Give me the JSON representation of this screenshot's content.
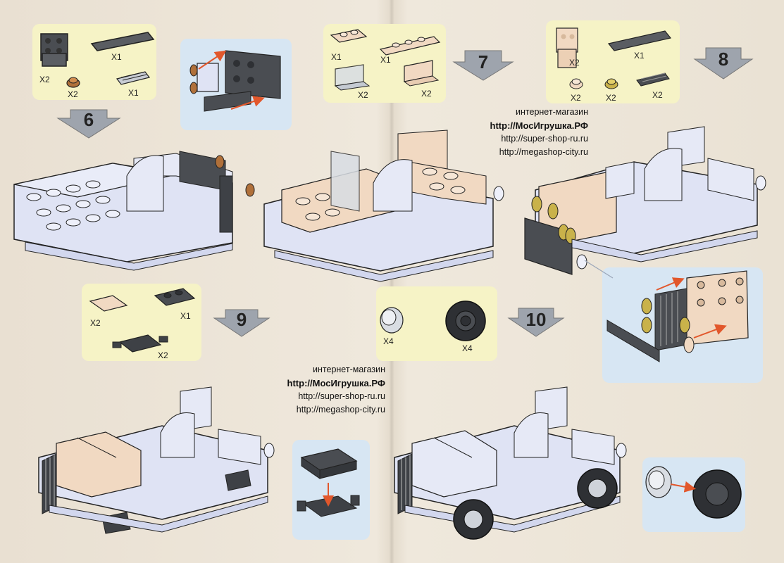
{
  "steps": [
    {
      "number": "6",
      "counts": [
        "X2",
        "X1",
        "X2",
        "X1"
      ]
    },
    {
      "number": "7",
      "counts": [
        "X1",
        "X1",
        "X2",
        "X2"
      ]
    },
    {
      "number": "8",
      "counts": [
        "X2",
        "X1",
        "X2",
        "X2",
        "X2"
      ]
    },
    {
      "number": "9",
      "counts": [
        "X2",
        "X1",
        "X2"
      ]
    },
    {
      "number": "10",
      "counts": [
        "X4",
        "X4"
      ]
    }
  ],
  "shop": {
    "line1": "интернет-магазин",
    "line2": "http://МосИгрушка.РФ",
    "line3": "http://super-shop-ru.ru",
    "line4": "http://megashop-city.ru"
  },
  "colors": {
    "parts_panel": "#f6f3c6",
    "zoom_panel": "#d7e6f3",
    "brick_light": "#dfe3f4",
    "brick_tan": "#f1d9c2",
    "brick_dark": "#4a4d52",
    "brick_gold": "#c9b24a",
    "arrow_red": "#e2572b",
    "step_arrow": "#9ea4ad"
  }
}
